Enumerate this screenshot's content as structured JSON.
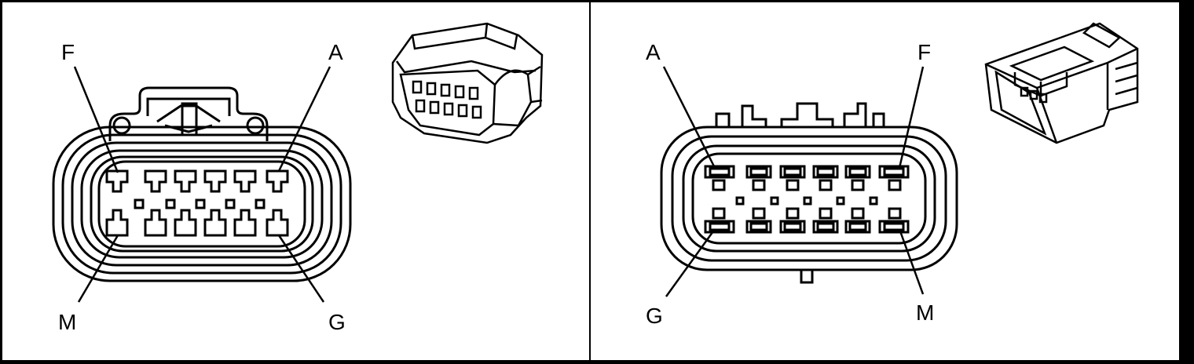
{
  "diagram": {
    "left_connector": {
      "pin_labels": {
        "top_left": "F",
        "top_right": "A",
        "bottom_left": "M",
        "bottom_right": "G"
      }
    },
    "right_connector": {
      "pin_labels": {
        "top_left": "A",
        "top_right": "F",
        "bottom_left": "G",
        "bottom_right": "M"
      }
    }
  }
}
